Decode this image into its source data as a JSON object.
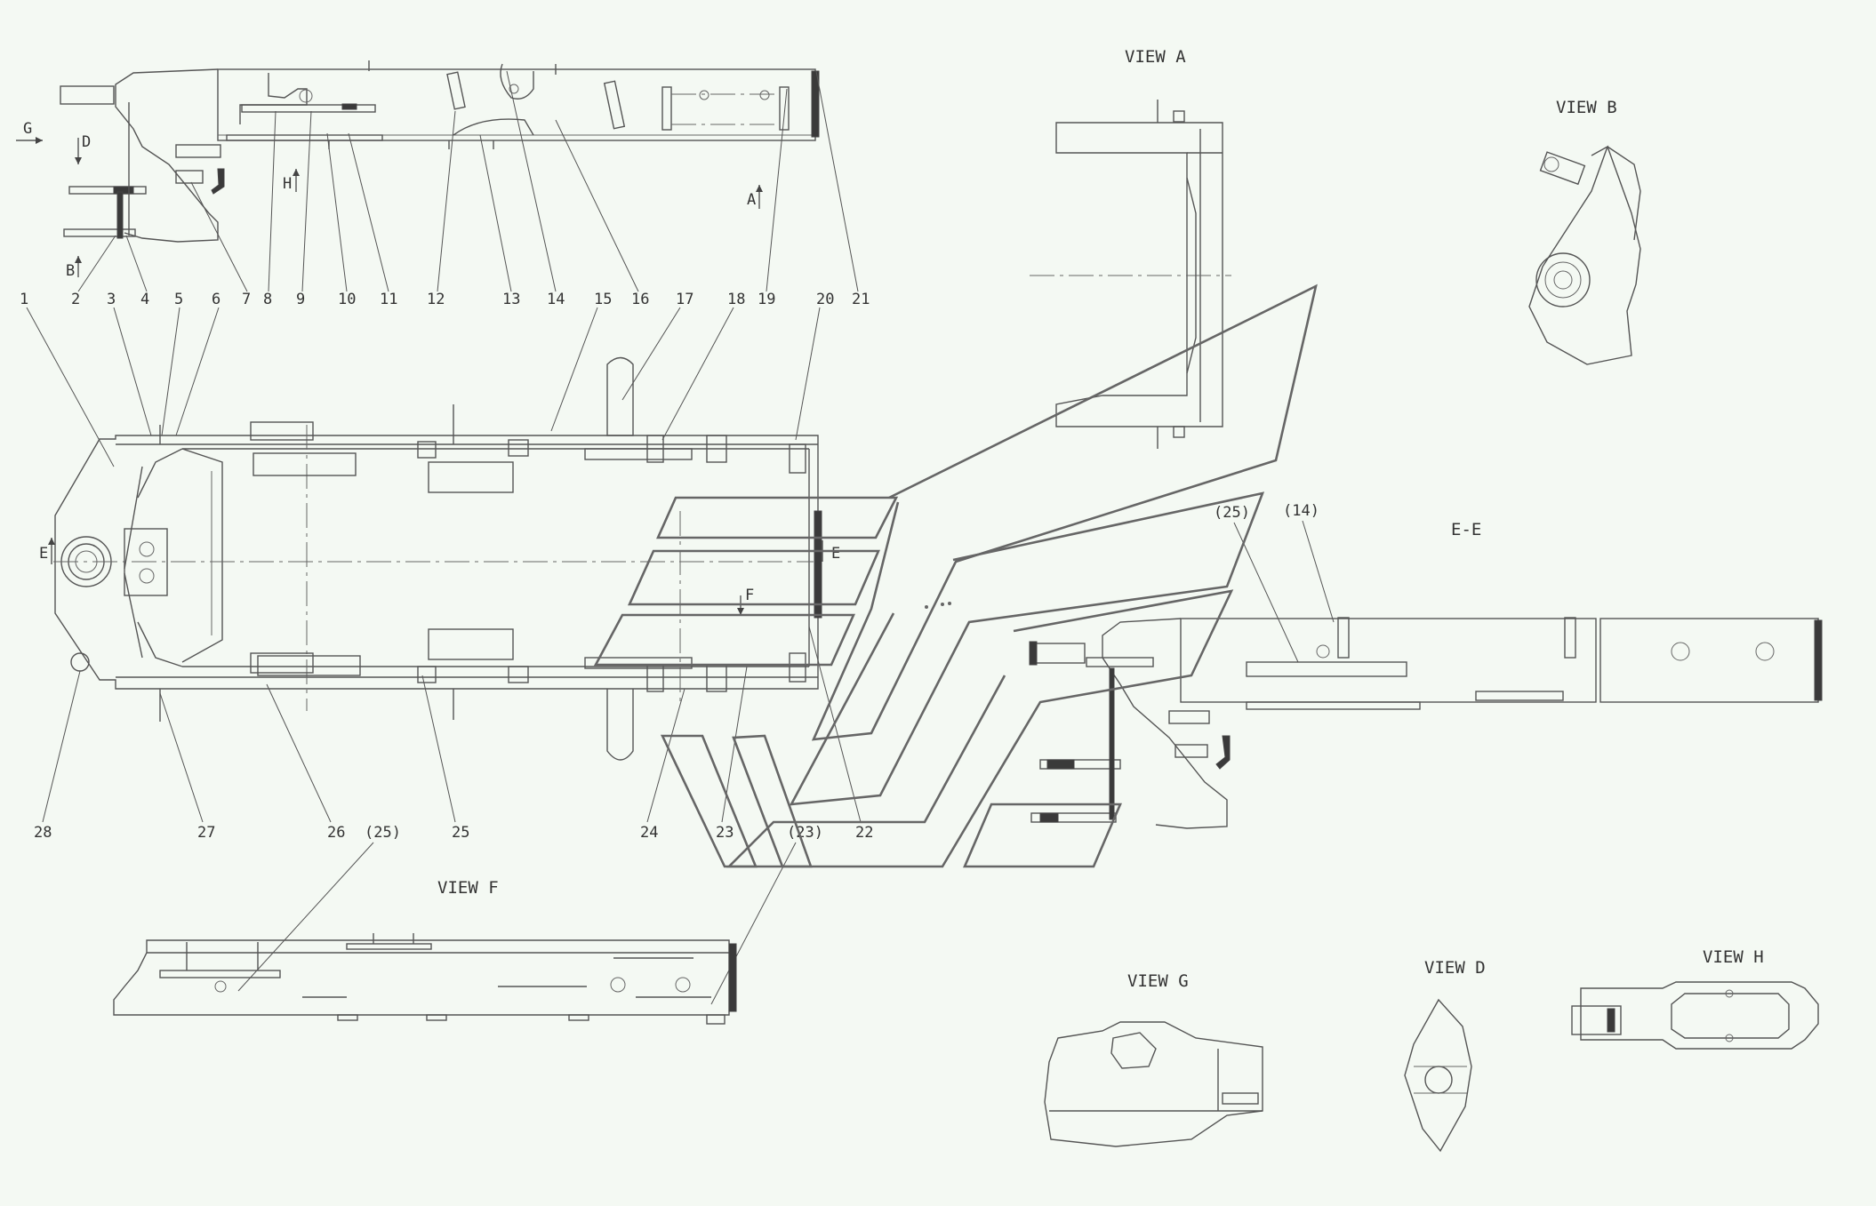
{
  "views": {
    "a": "VIEW A",
    "b": "VIEW B",
    "f": "VIEW F",
    "g": "VIEW G",
    "d": "VIEW D",
    "h": "VIEW H",
    "ee": "E-E"
  },
  "arrows": {
    "g": "G",
    "d": "D",
    "b": "B",
    "h": "H",
    "a": "A",
    "e_left": "E",
    "e_right": "E",
    "f": "F"
  },
  "callouts": [
    "1",
    "2",
    "3",
    "4",
    "5",
    "6",
    "7",
    "8",
    "9",
    "10",
    "11",
    "12",
    "13",
    "14",
    "15",
    "16",
    "17",
    "18",
    "19",
    "20",
    "21",
    "22",
    "23",
    "24",
    "25",
    "26",
    "27",
    "28"
  ],
  "refs": {
    "r25_ee": "(25)",
    "r14_ee": "(14)",
    "r25_f": "(25)",
    "r23": "(23)"
  }
}
